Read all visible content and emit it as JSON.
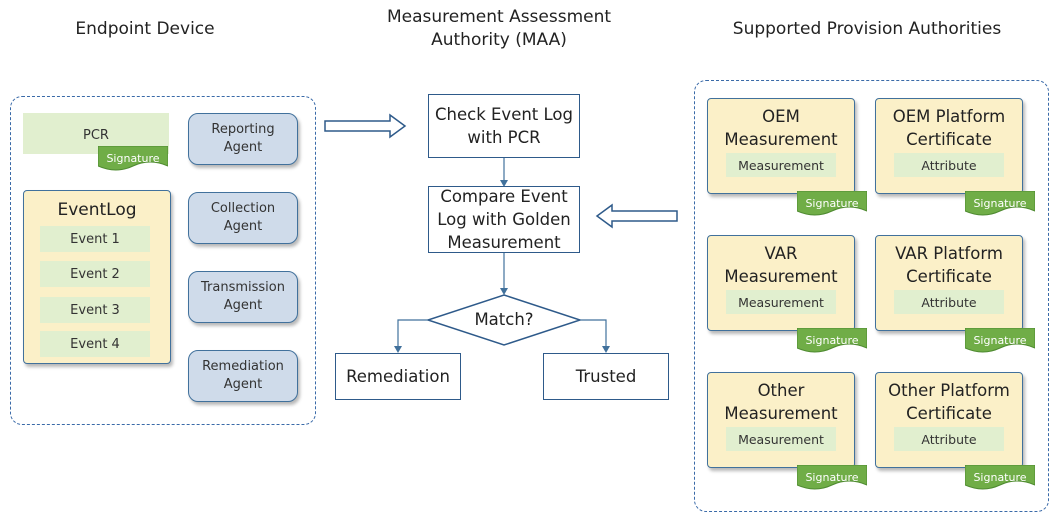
{
  "headings": {
    "endpoint": "Endpoint Device",
    "maa": "Measurement Assessment\nAuthority (MAA)",
    "provision": "Supported Provision Authorities"
  },
  "endpoint": {
    "pcr": {
      "label": "PCR",
      "signature": "Signature"
    },
    "eventlog": {
      "title": "EventLog",
      "events": [
        "Event 1",
        "Event 2",
        "Event 3",
        "Event 4"
      ]
    },
    "agents": [
      "Reporting\nAgent",
      "Collection\nAgent",
      "Transmission\nAgent",
      "Remediation\nAgent"
    ]
  },
  "maa": {
    "check": "Check Event Log\nwith PCR",
    "compare": "Compare Event\nLog with Golden\nMeasurement",
    "decision": "Match?",
    "remediation": "Remediation",
    "trusted": "Trusted"
  },
  "authorities": [
    {
      "title": "OEM\nMeasurement",
      "content": "Measurement",
      "signature": "Signature"
    },
    {
      "title": "OEM Platform\nCertificate",
      "content": "Attribute",
      "signature": "Signature"
    },
    {
      "title": "VAR\nMeasurement",
      "content": "Measurement",
      "signature": "Signature"
    },
    {
      "title": "VAR Platform\nCertificate",
      "content": "Attribute",
      "signature": "Signature"
    },
    {
      "title": "Other\nMeasurement",
      "content": "Measurement",
      "signature": "Signature"
    },
    {
      "title": "Other Platform\nCertificate",
      "content": "Attribute",
      "signature": "Signature"
    }
  ],
  "colors": {
    "border_blue": "#41719c",
    "agent_fill": "#cfdbea",
    "card_fill": "#fbf0c8",
    "chip_fill": "#e1efcf",
    "signature_green": "#70ad47"
  }
}
